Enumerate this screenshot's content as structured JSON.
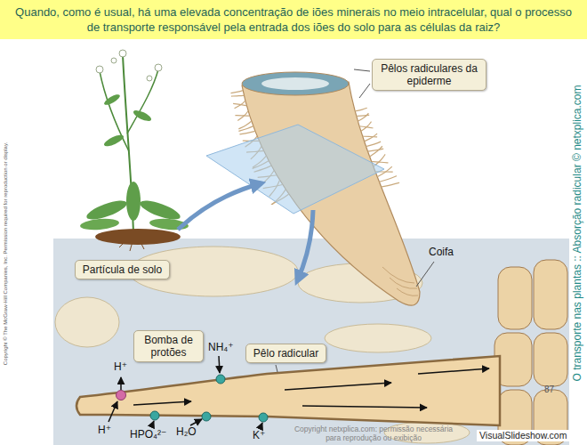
{
  "diagram": {
    "title": "Quando, como é usual, há uma elevada concentração de iões minerais no meio intracelular, qual o processo de transporte responsável pela entrada dos iões do solo para as células da raiz?",
    "nodes": [
      {
        "text": [
          "Pêlos radiculares da epiderme"
        ]
      },
      {
        "text": [
          "Partícula de solo"
        ]
      },
      {
        "text": [
          "Bomba de protões"
        ]
      },
      {
        "text": [
          "Pêlo radicular"
        ]
      }
    ],
    "labels": [
      "Coifa",
      "H⁺",
      "NH₄⁺",
      "H⁺",
      "HPO₄²⁻",
      "H₂O",
      "K⁺",
      "Copyright netxplica.com: permissão necessária para reprodução ou exibição",
      "87",
      "O transporte nas plantas :: Absorção radicular © netxplica.com",
      "Copyright © The McGraw-Hill Companies, Inc. Permission required for reproduction or display.",
      "VisualSlideshow.com"
    ]
  }
}
